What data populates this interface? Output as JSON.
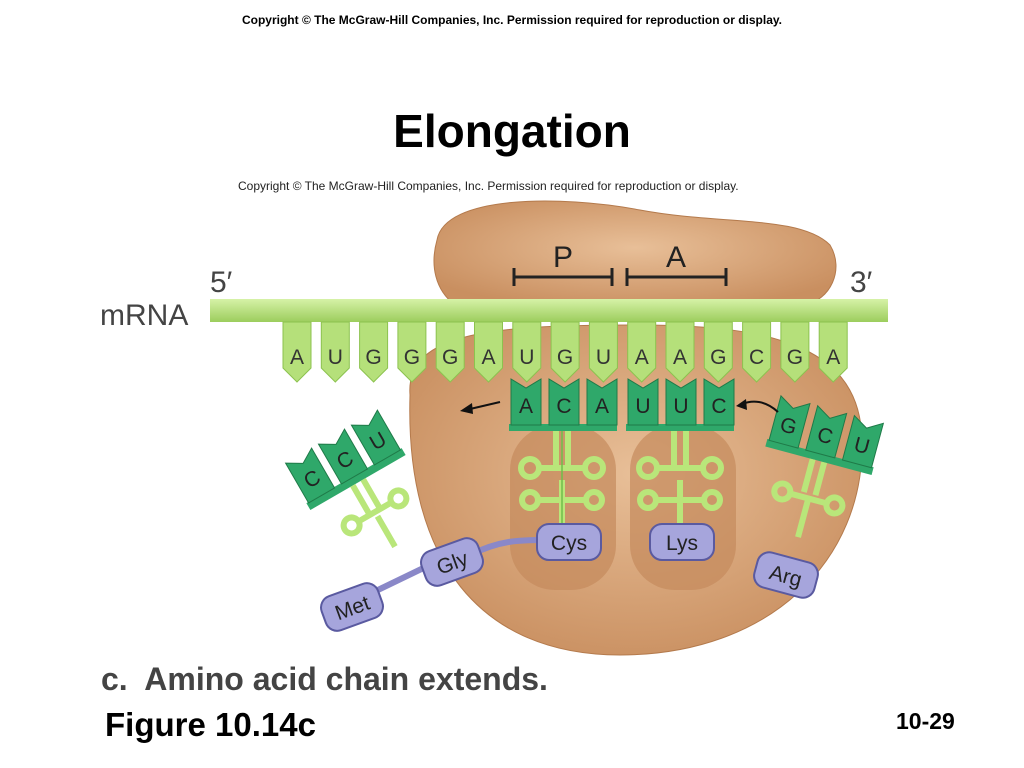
{
  "slide": {
    "copyright_top": "Copyright  © The McGraw-Hill Companies, Inc.  Permission required for reproduction or display.",
    "title": "Elongation",
    "figure_copyright": "Copyright © The McGraw-Hill Companies, Inc. Permission required for reproduction or display.",
    "figure_label": "Figure 10.14c",
    "slide_number": "10-29"
  },
  "diagram": {
    "mrna_label": "mRNA",
    "five_prime": "5′",
    "three_prime": "3′",
    "site_p": "P",
    "site_a": "A",
    "mrna_codons": [
      "A",
      "U",
      "G",
      "G",
      "G",
      "A",
      "U",
      "G",
      "U",
      "A",
      "A",
      "G",
      "C",
      "G",
      "A"
    ],
    "trna_p": {
      "anticodon": [
        "A",
        "C",
        "A"
      ],
      "amino_acid": "Cys"
    },
    "trna_a": {
      "anticodon": [
        "U",
        "U",
        "C"
      ],
      "amino_acid": "Lys"
    },
    "trna_exit": {
      "anticodon": [
        "C",
        "C",
        "U"
      ]
    },
    "trna_incoming": {
      "anticodon": [
        "G",
        "C",
        "U"
      ],
      "amino_acid": "Arg"
    },
    "chain": [
      "Met",
      "Gly"
    ],
    "caption": "c.  Amino acid chain extends."
  },
  "colors": {
    "ribosome": "#d9a77c",
    "ribosome_dark": "#c58a5c",
    "mrna": "#b7e07e",
    "trna_green": "#2fa86a",
    "trna_light": "#7fd39a",
    "amino_acid": "#a6a5dc",
    "amino_acid_stroke": "#5a5aa0"
  }
}
